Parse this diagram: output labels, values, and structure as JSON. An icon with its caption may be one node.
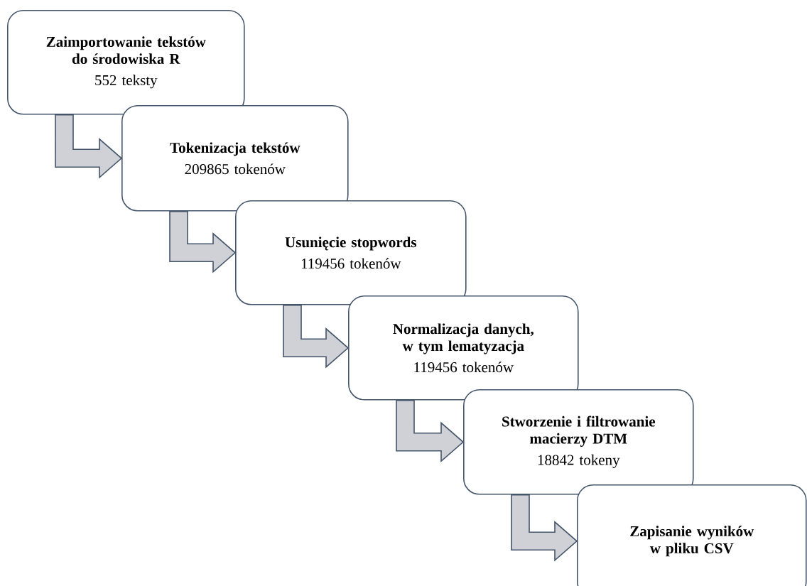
{
  "diagram": {
    "nodes": [
      {
        "text": [
          "Zaimportowanie tekstów do środowiska R",
          "552 teksty"
        ]
      },
      {
        "text": [
          "Tokenizacja tekstów",
          "209865 tokenów"
        ]
      },
      {
        "text": [
          "Usunięcie stopwords",
          "119456 tokenów"
        ]
      },
      {
        "text": [
          "Normalizacja danych, w tym lematyzacja",
          "119456 tokenów"
        ]
      },
      {
        "text": [
          "Stworzenie i filtrowanie macierzy DTM",
          "18842 tokeny"
        ]
      },
      {
        "text": [
          "Zapisanie wyników w pliku CSV"
        ]
      }
    ],
    "edges": [
      {
        "from": 0,
        "to": 1,
        "arrow": "to"
      },
      {
        "from": 1,
        "to": 2,
        "arrow": "to"
      },
      {
        "from": 2,
        "to": 3,
        "arrow": "to"
      },
      {
        "from": 3,
        "to": 4,
        "arrow": "to"
      },
      {
        "from": 4,
        "to": 5,
        "arrow": "to"
      }
    ]
  }
}
